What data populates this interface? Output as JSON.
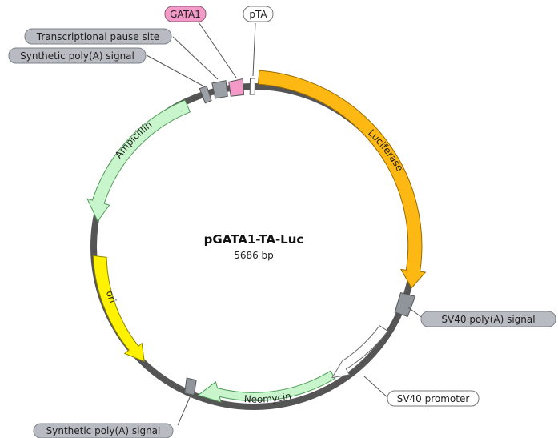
{
  "plasmid": {
    "name": "pGATA1-TA-Luc",
    "size": "5686 bp"
  },
  "features": {
    "luciferase": {
      "label": "Luciferase",
      "color": "#fdb814"
    },
    "ampicillin": {
      "label": "Ampicillin",
      "color": "#c8f5cc"
    },
    "ori": {
      "label": "ori",
      "color": "#fff200"
    },
    "neomycin": {
      "label": "Neomycin",
      "color": "#c8f5cc"
    },
    "sv40_promoter": {
      "color": "#ffffff"
    }
  },
  "callouts": {
    "gata1": {
      "label": "GATA1",
      "color": "#f49ac8"
    },
    "pta": {
      "label": "pTA",
      "color": "#ffffff"
    },
    "pause_site": {
      "label": "Transcriptional pause site",
      "color": "#b8bcc2"
    },
    "polya_top": {
      "label": "Synthetic poly(A) signal",
      "color": "#b8bcc2"
    },
    "sv40_polya": {
      "label": "SV40 poly(A) signal",
      "color": "#b8bcc2"
    },
    "sv40_promoter": {
      "label": "SV40 promoter",
      "color": "#ffffff"
    },
    "polya_bottom": {
      "label": "Synthetic poly(A) signal",
      "color": "#b8bcc2"
    }
  }
}
